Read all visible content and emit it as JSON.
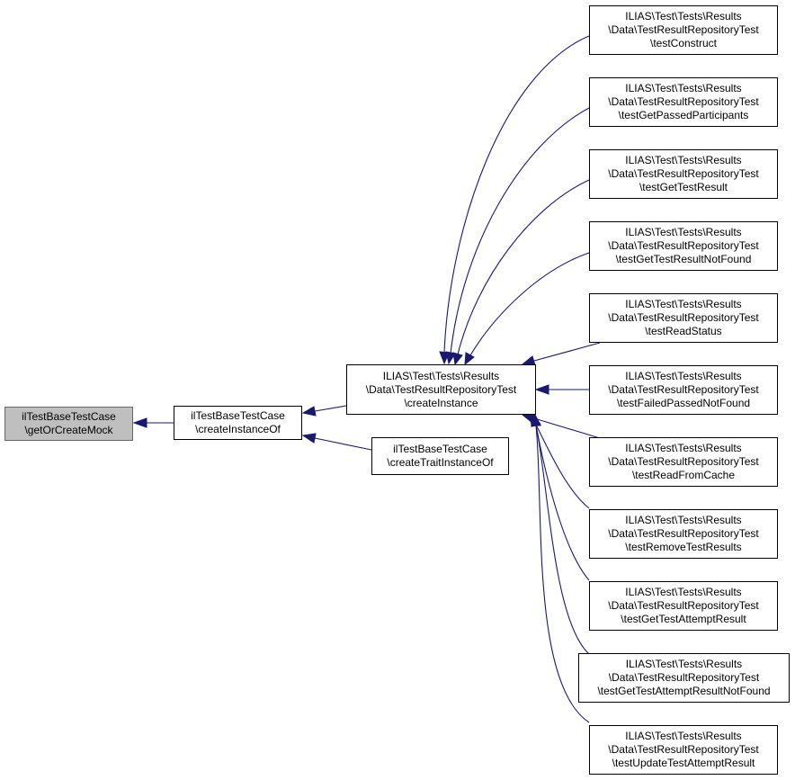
{
  "colors": {
    "edge": "#191970",
    "current_node_fill": "#bfbfbf",
    "node_border": "#000000"
  },
  "nodes": {
    "get_or_create_mock": [
      "ilTestBaseTestCase",
      "\\getOrCreateMock"
    ],
    "create_instance_of": [
      "ilTestBaseTestCase",
      "\\createInstanceOf"
    ],
    "create_trait_instance_of": [
      "ilTestBaseTestCase",
      "\\createTraitInstanceOf"
    ],
    "create_instance": [
      "ILIAS\\Test\\Tests\\Results",
      "\\Data\\TestResultRepositoryTest",
      "\\createInstance"
    ],
    "callers": [
      [
        "ILIAS\\Test\\Tests\\Results",
        "\\Data\\TestResultRepositoryTest",
        "\\testConstruct"
      ],
      [
        "ILIAS\\Test\\Tests\\Results",
        "\\Data\\TestResultRepositoryTest",
        "\\testGetPassedParticipants"
      ],
      [
        "ILIAS\\Test\\Tests\\Results",
        "\\Data\\TestResultRepositoryTest",
        "\\testGetTestResult"
      ],
      [
        "ILIAS\\Test\\Tests\\Results",
        "\\Data\\TestResultRepositoryTest",
        "\\testGetTestResultNotFound"
      ],
      [
        "ILIAS\\Test\\Tests\\Results",
        "\\Data\\TestResultRepositoryTest",
        "\\testReadStatus"
      ],
      [
        "ILIAS\\Test\\Tests\\Results",
        "\\Data\\TestResultRepositoryTest",
        "\\testFailedPassedNotFound"
      ],
      [
        "ILIAS\\Test\\Tests\\Results",
        "\\Data\\TestResultRepositoryTest",
        "\\testReadFromCache"
      ],
      [
        "ILIAS\\Test\\Tests\\Results",
        "\\Data\\TestResultRepositoryTest",
        "\\testRemoveTestResults"
      ],
      [
        "ILIAS\\Test\\Tests\\Results",
        "\\Data\\TestResultRepositoryTest",
        "\\testGetTestAttemptResult"
      ],
      [
        "ILIAS\\Test\\Tests\\Results",
        "\\Data\\TestResultRepositoryTest",
        "\\testGetTestAttemptResultNotFound"
      ],
      [
        "ILIAS\\Test\\Tests\\Results",
        "\\Data\\TestResultRepositoryTest",
        "\\testUpdateTestAttemptResult"
      ]
    ]
  }
}
